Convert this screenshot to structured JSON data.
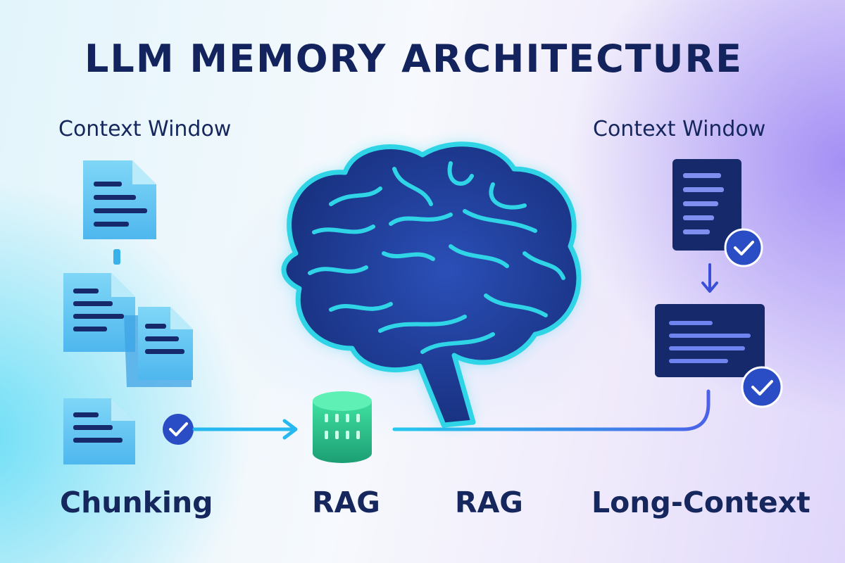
{
  "title": "LLM MEMORY ARCHITECTURE",
  "left": {
    "heading": "Context Window"
  },
  "right": {
    "heading": "Context Window"
  },
  "bottom_labels": {
    "chunking": "Chunking",
    "rag_left": "RAG",
    "rag_right": "RAG",
    "long_context": "Long-Context"
  },
  "icons": [
    "document-icon",
    "check-badge-icon",
    "database-icon",
    "brain-icon",
    "arrow-right-icon",
    "arrow-down-icon"
  ],
  "colors": {
    "navy": "#12235e",
    "cyan": "#2fd4e6",
    "brain_fill": "#1c3a8c",
    "doc_blue": "#5cc4f2",
    "doc_navy": "#15296b",
    "db_green": "#27c884",
    "badge": "#2a4cc4"
  }
}
